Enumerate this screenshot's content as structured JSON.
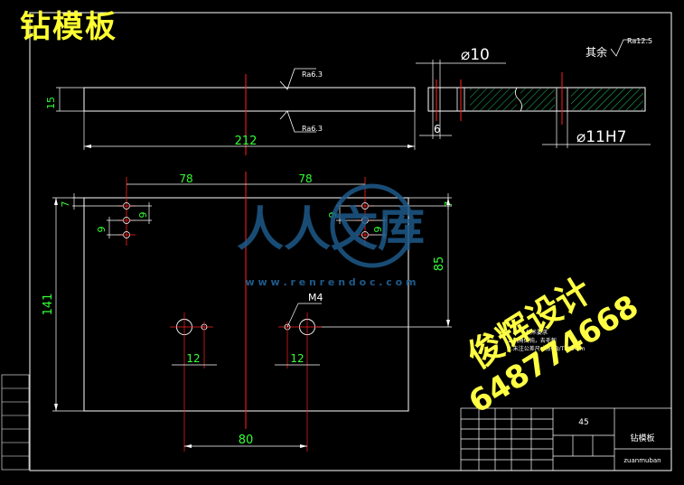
{
  "title": "钻模板",
  "dimensions": {
    "phi10": "⌀10",
    "phi11h7": "⌀11H7",
    "d6": "6",
    "d15": "15",
    "d212": "212",
    "d78_left": "78",
    "d78_right": "78",
    "d7_left": "7",
    "d7_right": "7",
    "d9_a": "9",
    "d9_b": "9",
    "d9_c": "9",
    "d9_d": "9",
    "d85": "85",
    "d141": "141",
    "m4": "M4",
    "d12_left": "12",
    "d12_right": "12",
    "d80": "80"
  },
  "surface": {
    "ra_top": "Ra6.3",
    "ra_bottom": "Ra6.3",
    "qiyu": "其余",
    "ra_rest": "Ra12.5"
  },
  "notes": {
    "title": "技术要求",
    "line1": "1.锐角倒钝，去毛刺",
    "line2": "2.未注公差尺寸按GB/T1804-m"
  },
  "titleblock": {
    "material": "45",
    "part_name": "钻模板",
    "drawing_no": "zuanmuban"
  },
  "watermark": {
    "brand": "人人文库",
    "site": "w w w . r e n r e n d o c . c o m",
    "author": "俊辉设计",
    "qq": "648774668"
  }
}
